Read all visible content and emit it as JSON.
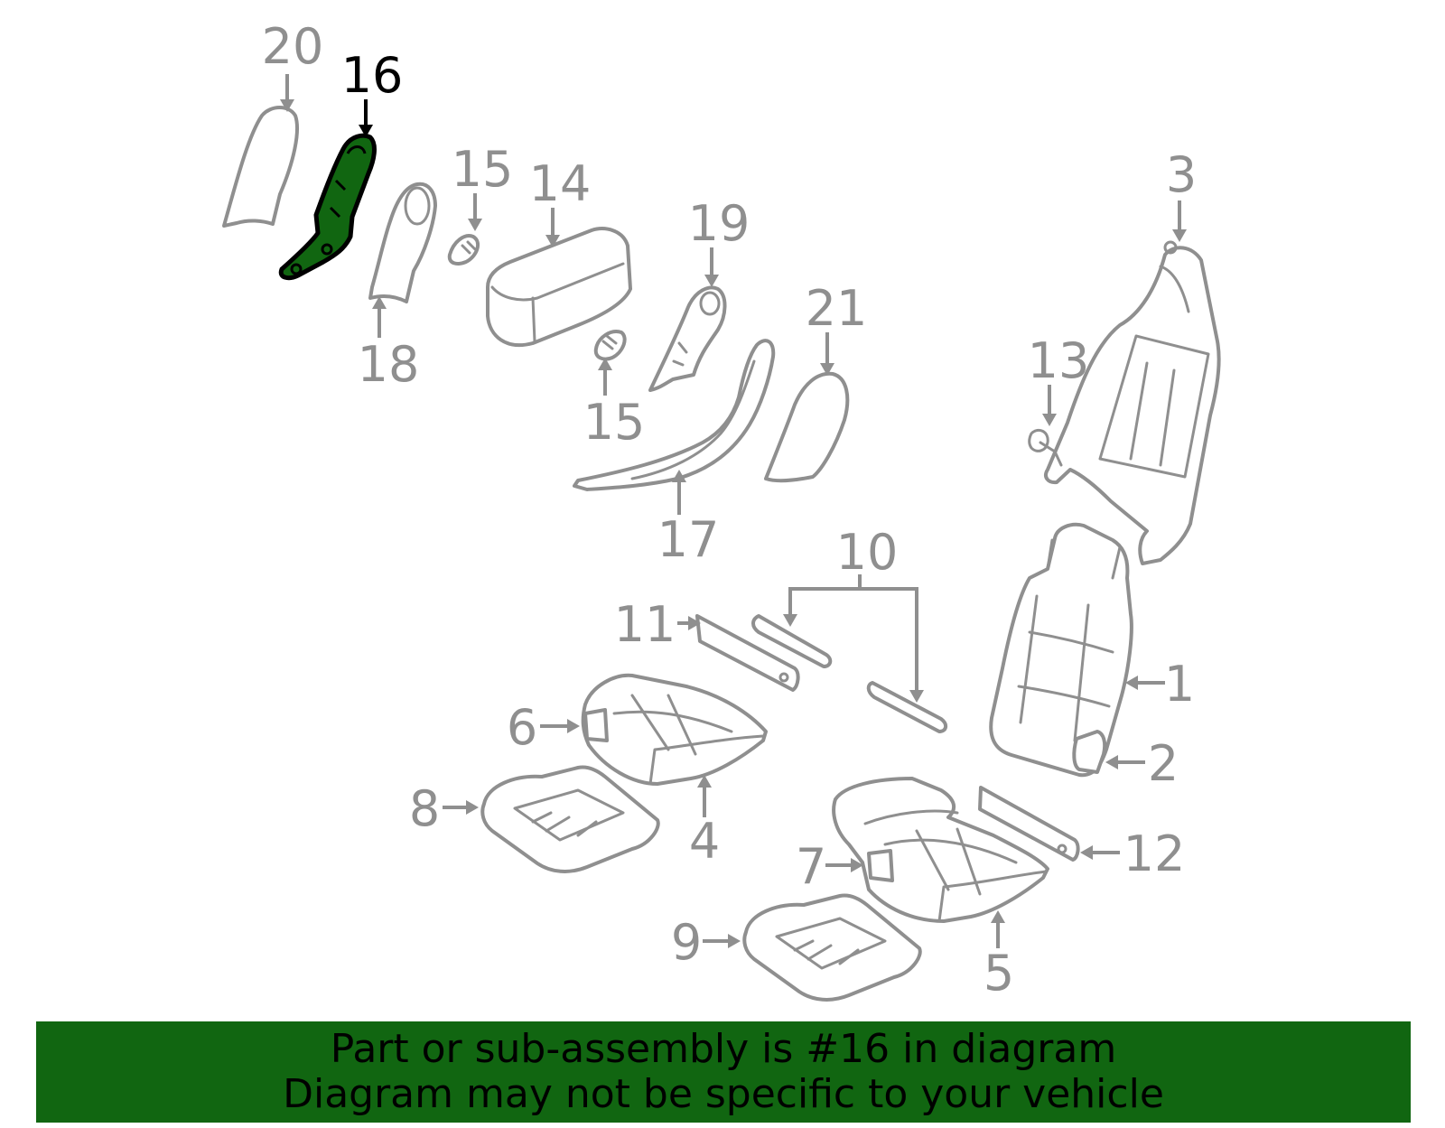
{
  "diagram": {
    "highlighted_part": "16",
    "highlight_color": "#116611",
    "part_color": "#8f8f8f",
    "callouts": {
      "c1": "1",
      "c2": "2",
      "c3": "3",
      "c4": "4",
      "c5": "5",
      "c6": "6",
      "c7": "7",
      "c8": "8",
      "c9": "9",
      "c10": "10",
      "c11": "11",
      "c12": "12",
      "c13": "13",
      "c14": "14",
      "c15a": "15",
      "c15b": "15",
      "c16": "16",
      "c17": "17",
      "c18": "18",
      "c19": "19",
      "c20": "20",
      "c21": "21"
    }
  },
  "banner": {
    "line1": "Part or sub-assembly is #16 in diagram",
    "line2": "Diagram may not be specific to your vehicle",
    "background": "#116611"
  }
}
